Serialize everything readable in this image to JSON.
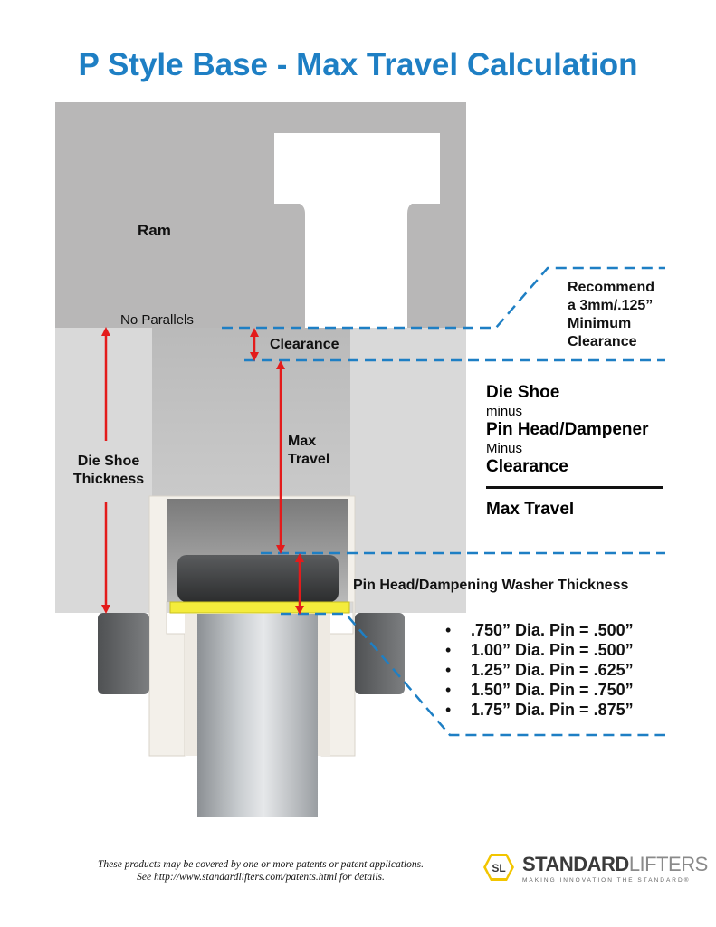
{
  "title": "P Style Base - Max Travel Calculation",
  "labels": {
    "ram": "Ram",
    "no_parallels": "No Parallels",
    "clearance": "Clearance",
    "max_travel": [
      "Max",
      "Travel"
    ],
    "die_shoe_thickness": [
      "Die Shoe",
      "Thickness"
    ],
    "recommend": [
      "Recommend",
      "a 3mm/.125”",
      "Minimum",
      "Clearance"
    ],
    "washer_thickness": "Pin Head/Dampening Washer Thickness"
  },
  "formula": {
    "term1": "Die Shoe",
    "op1": "minus",
    "term2": "Pin Head/Dampener",
    "op2": "Minus",
    "term3": "Clearance",
    "result": "Max Travel"
  },
  "pin_table": [
    ".750” Dia. Pin = .500”",
    "1.00” Dia. Pin = .500”",
    "1.25” Dia. Pin = .625”",
    "1.50” Dia. Pin = .750”",
    "1.75” Dia. Pin = .875”"
  ],
  "bullet": "•",
  "footnote": {
    "line1": "These products may be covered by one or more patents or patent applications.",
    "line2": "See http://www.standardlifters.com/patents.html for details."
  },
  "logo": {
    "badge": "SL",
    "word1": "STANDARD",
    "word2": "LIFTERS",
    "tagline": "MAKING INNOVATION THE STANDARD®"
  },
  "colors": {
    "title": "#1e7fc4",
    "ram": "#b8b7b7",
    "die_shoe": "#d9d9d9",
    "dashed_lines": "#1e7fc4",
    "arrows": "#e31b1b",
    "washer": "#f4ec3c",
    "logo_badge": "#f2c500"
  }
}
